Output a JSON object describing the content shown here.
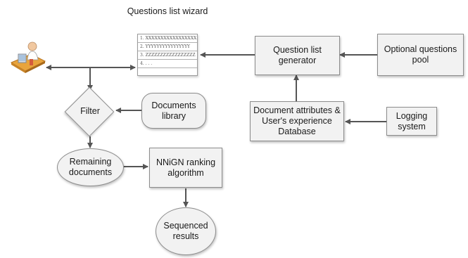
{
  "wizard": {
    "title": "Questions list wizard",
    "rows": [
      "1. XXXXXXXXXXXXXXXXX",
      "2. YYYYYYYYYYYYYYYY",
      "3. ZZZZZZZZZZZZZZZZZ",
      "4. . . ."
    ]
  },
  "nodes": {
    "question_list_generator": "Question list generator",
    "optional_questions_pool": "Optional questions pool",
    "document_attributes_db": "Document attributes & User's experience Database",
    "logging_system": "Logging system",
    "documents_library": "Documents library",
    "filter": "Filter",
    "remaining_documents": "Remaining documents",
    "ranking_algorithm": "NNiGN ranking algorithm",
    "sequenced_results": "Sequenced results"
  },
  "user_icon": "user-at-computer-icon",
  "colors": {
    "box_fill": "#f2f2f2",
    "border": "#8c8c8c",
    "arrow": "#555555"
  }
}
